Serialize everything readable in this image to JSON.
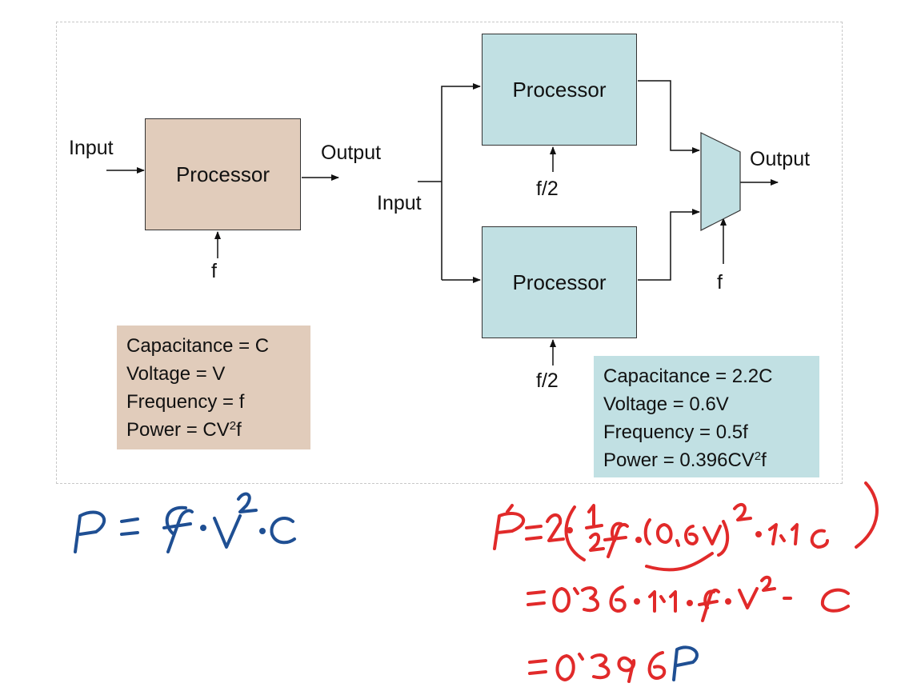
{
  "left_diagram": {
    "input_label": "Input",
    "output_label": "Output",
    "processor_label": "Processor",
    "clock_label": "f",
    "info": {
      "capacitance": "Capacitance = C",
      "voltage": "Voltage = V",
      "frequency": "Frequency = f",
      "power_prefix": "Power = CV",
      "power_exp": "2",
      "power_suffix": "f"
    }
  },
  "right_diagram": {
    "input_label": "Input",
    "output_label": "Output",
    "processor_top_label": "Processor",
    "processor_bottom_label": "Processor",
    "clock_top_label": "f/2",
    "clock_bottom_label": "f/2",
    "mux_clock_label": "f",
    "info": {
      "capacitance": "Capacitance = 2.2C",
      "voltage": "Voltage = 0.6V",
      "frequency": "Frequency = 0.5f",
      "power_prefix": "Power = 0.396CV",
      "power_exp": "2",
      "power_suffix": "f"
    }
  },
  "handwriting": {
    "left_equation": "P = f · V² · C",
    "right_line1": "P' = 2·(1/2 f ·(0'6V)²·1'1C)",
    "right_line2": "= 0'36 · 1'1 · f · V² · C",
    "right_line3": "= 0'396 P",
    "colors": {
      "blue": "#1f4f93",
      "red": "#e12a2a"
    }
  }
}
